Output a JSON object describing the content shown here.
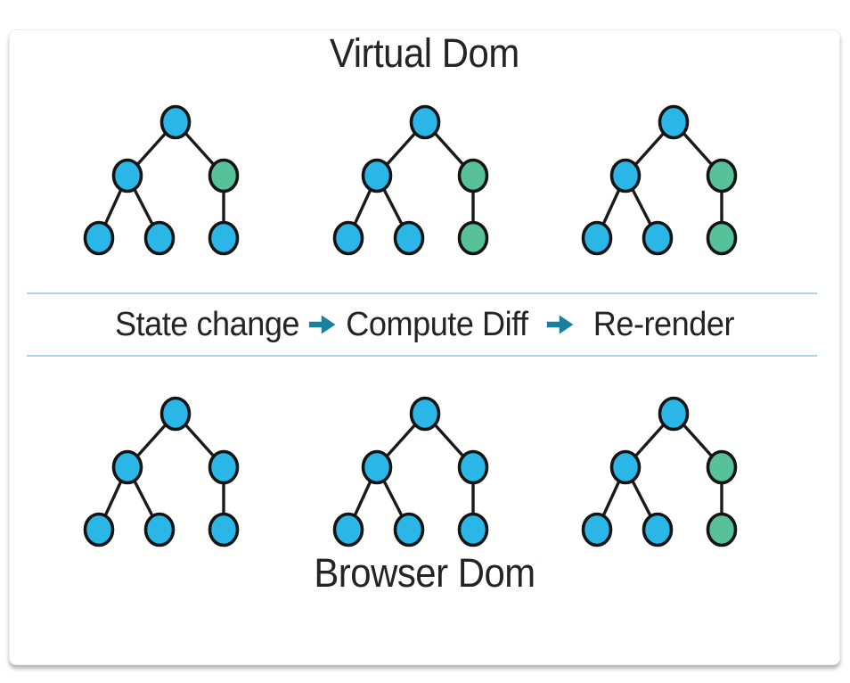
{
  "colors": {
    "node_blue": "#2ab7e8",
    "node_green": "#57c29a",
    "node_outline": "#141414",
    "edge": "#1a1a1a",
    "arrow": "#17809e",
    "divider": "#aad5e2",
    "text": "#272324",
    "card_background": "#ffffff"
  },
  "virtual_dom": {
    "title": "Virtual Dom",
    "trees": [
      {
        "nodes": [
          "blue",
          "blue",
          "green",
          "blue",
          "blue",
          "blue"
        ]
      },
      {
        "nodes": [
          "blue",
          "blue",
          "green",
          "blue",
          "blue",
          "green"
        ]
      },
      {
        "nodes": [
          "blue",
          "blue",
          "green",
          "blue",
          "blue",
          "green"
        ]
      }
    ]
  },
  "process": {
    "steps": [
      "State change",
      "Compute Diff",
      "Re-render"
    ],
    "separator_icon": "arrow-right"
  },
  "browser_dom": {
    "title": "Browser Dom",
    "trees": [
      {
        "nodes": [
          "blue",
          "blue",
          "blue",
          "blue",
          "blue",
          "blue"
        ]
      },
      {
        "nodes": [
          "blue",
          "blue",
          "blue",
          "blue",
          "blue",
          "blue"
        ]
      },
      {
        "nodes": [
          "blue",
          "blue",
          "green",
          "blue",
          "blue",
          "green"
        ]
      }
    ]
  }
}
